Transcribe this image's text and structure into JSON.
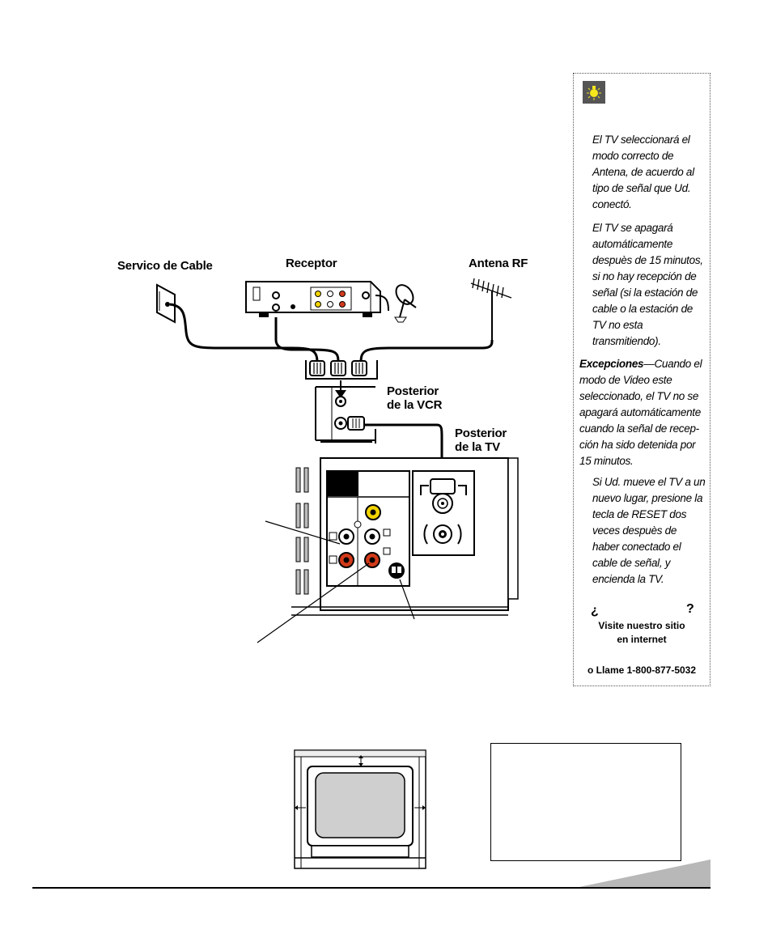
{
  "diagram": {
    "labels": {
      "cable_service": "Servico de Cable",
      "receiver": "Receptor",
      "rf_antenna": "Antena RF",
      "vcr_back_line1": "Posterior",
      "vcr_back_line2": "de la VCR",
      "tv_back_line1": "Posterior",
      "tv_back_line2": "de la TV"
    }
  },
  "sidebar": {
    "tip_1": "El TV seleccionará el modo correcto de Antena, de acuerdo al tipo de señal que Ud. conectó.",
    "tip_2": "El TV se apagará automáticamente despuès de 15 minutos, si no hay recepción de señal (si la estación de cable o la estación de TV no esta transmitiendo).",
    "tip_3_lead": "Excepciones",
    "tip_3_body": "—Cuando el modo de Video este seleccionado, el TV no se apagará automáticamente cuando la señal de recep­ción ha sido detenida por 15 minutos.",
    "tip_4": "Si Ud. mueve el TV a un nuevo lugar, presione la tecla de RESET  dos veces despuès de haber conectado el cable de señal, y encienda la TV.",
    "question_open": "¿",
    "question_close": "?",
    "website_line1": "Visite nuestro sitio",
    "website_line2": "en internet",
    "phone": "o Llame 1-800-877-5032"
  },
  "colors": {
    "red_jack": "#d23a1a",
    "yellow_jack": "#f2d400",
    "bulb": "#f5e61c",
    "page_tab": "#b8b8b8"
  }
}
